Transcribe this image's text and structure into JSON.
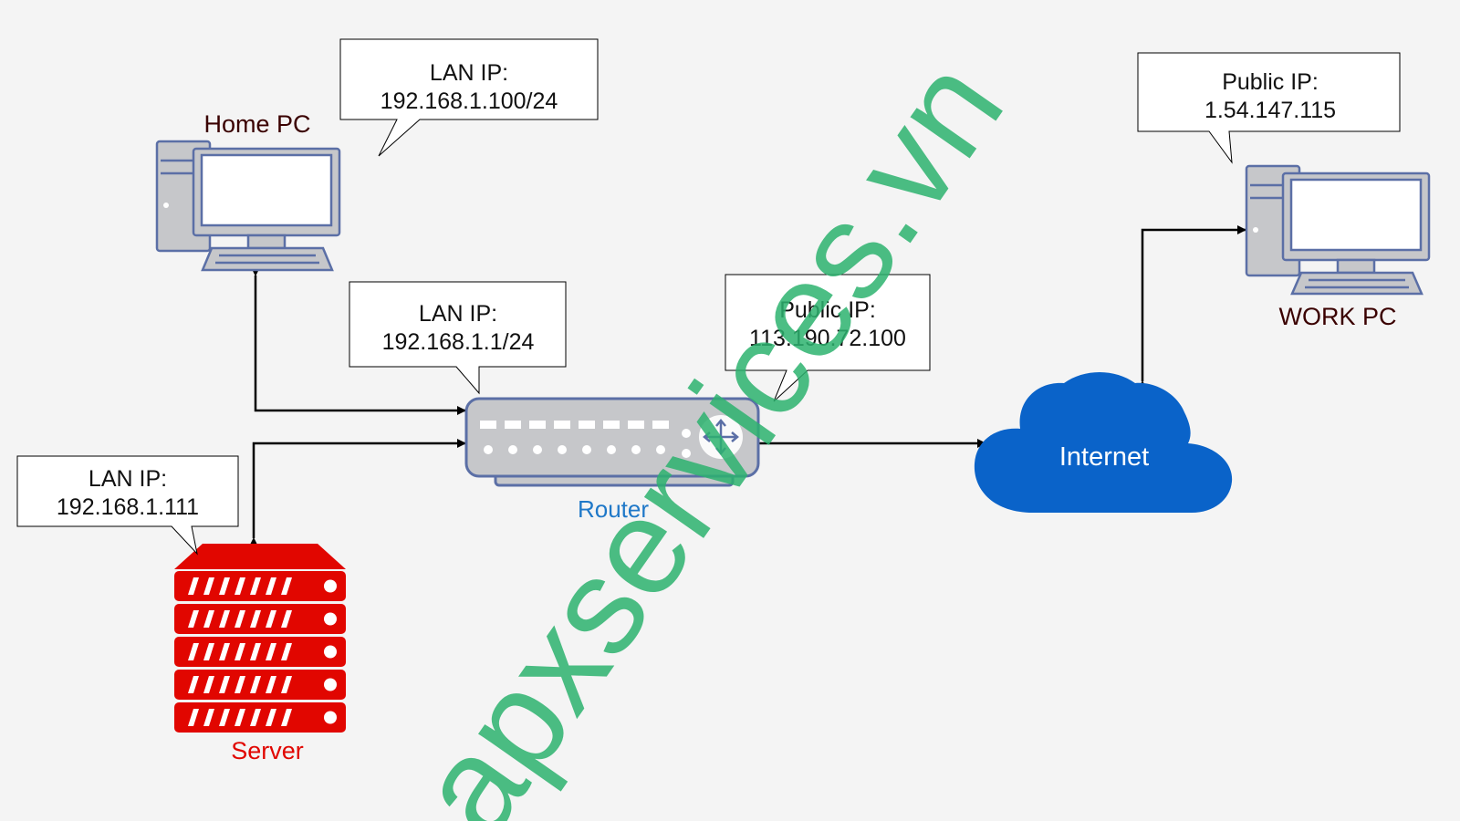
{
  "nodes": {
    "home_pc": {
      "label": "Home PC",
      "color": "#3a0000"
    },
    "work_pc": {
      "label": "WORK PC",
      "color": "#3a0000"
    },
    "server": {
      "label": "Server",
      "color": "#e10600"
    },
    "router": {
      "label": "Router",
      "color": "#1f78c8"
    },
    "internet": {
      "label": "Internet",
      "fill": "#0a63c9"
    }
  },
  "callouts": {
    "home_pc": {
      "line1": "LAN IP:",
      "line2": "192.168.1.100/24"
    },
    "router_lan": {
      "line1": "LAN IP:",
      "line2": "192.168.1.1/24"
    },
    "router_public": {
      "line1": "Public IP:",
      "line2": "113.190.72.100"
    },
    "work_pc": {
      "line1": "Public IP:",
      "line2": "1.54.147.115"
    },
    "server": {
      "line1": "LAN IP:",
      "line2": "192.168.1.111"
    }
  },
  "watermark": {
    "text": "apxservices.vn",
    "color": "#2db36f"
  },
  "colors": {
    "device_fill": "#c6c7ca",
    "device_stroke": "#5b6fa6",
    "server_red": "#e10600",
    "connector": "#000000"
  }
}
